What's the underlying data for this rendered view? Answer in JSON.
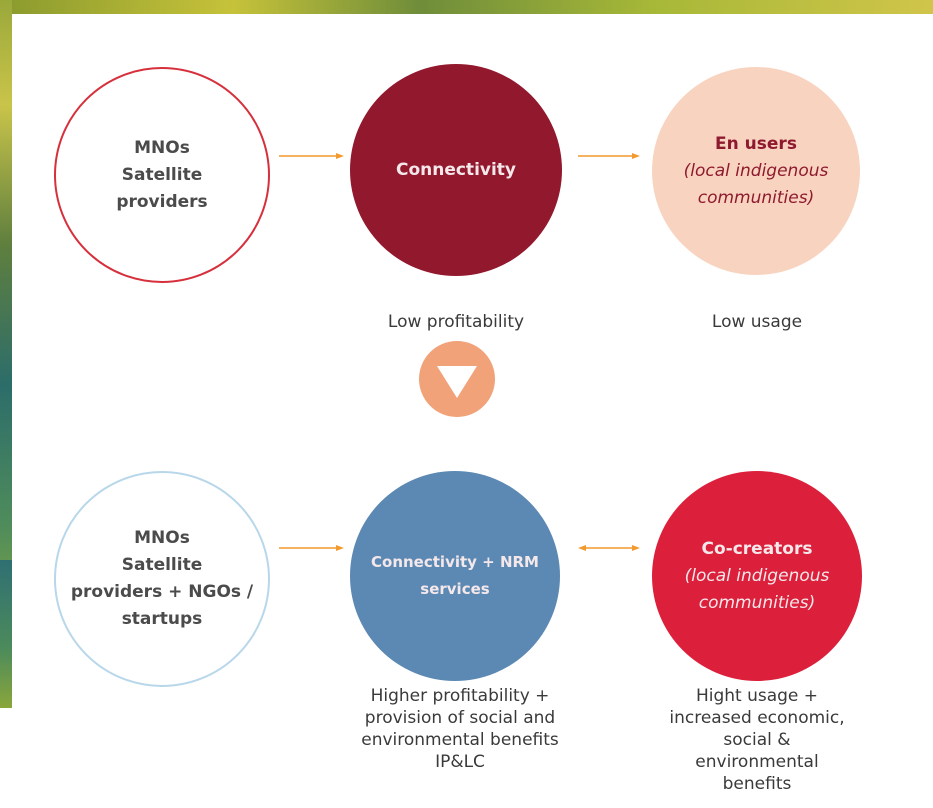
{
  "top_row": {
    "providers": {
      "line1": "MNOs",
      "line2": "Satellite",
      "line3": "providers"
    },
    "connectivity": "Connectivity",
    "users": {
      "title": "En users",
      "subtitle_line1": "(local indigenous",
      "subtitle_line2": "communities)"
    }
  },
  "top_labels": {
    "left": "Low profitability",
    "right": "Low usage"
  },
  "bottom_row": {
    "providers": {
      "line1": "MNOs",
      "line2": "Satellite",
      "line3": "providers + NGOs /",
      "line4": "startups"
    },
    "services": {
      "line1": "Connectivity + NRM",
      "line2": "services"
    },
    "cocreators": {
      "title": "Co-creators",
      "subtitle_line1": "(local indigenous",
      "subtitle_line2": "communities)"
    }
  },
  "bottom_labels": {
    "left": [
      "Higher profitability +",
      "provision of social and",
      "environmental benefits",
      "IP&LC"
    ],
    "right": [
      "Hight usage +",
      "increased economic,",
      "social &",
      "environmental",
      "benefits"
    ]
  },
  "colors": {
    "arrow": "#f29a2e",
    "connectivity": "#92182e",
    "users": "#f8d4c0",
    "services": "#5c89b4",
    "cocreators": "#dc1f3b",
    "down_indicator": "#f1a279"
  }
}
